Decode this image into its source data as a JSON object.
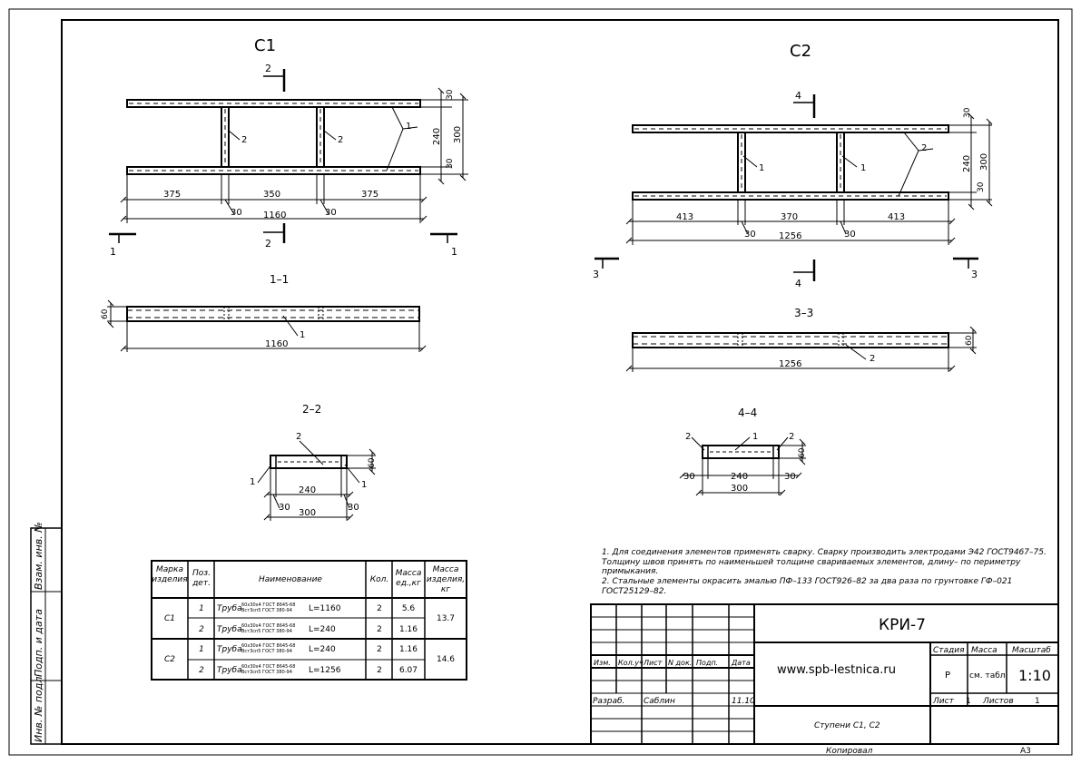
{
  "views": {
    "c1": {
      "title": "С1",
      "dims": {
        "d375a": "375",
        "d350": "350",
        "d375b": "375",
        "d30a": "30",
        "d30b": "30",
        "d1160": "1160",
        "d30r1": "30",
        "d240": "240",
        "d300": "300",
        "d30r2": "30"
      },
      "cuts": {
        "top": "2",
        "bottom": "2",
        "left": "1",
        "right": "1"
      },
      "leaders": {
        "l1": "1",
        "l2a": "2",
        "l2b": "2"
      }
    },
    "c2": {
      "title": "С2",
      "dims": {
        "d413a": "413",
        "d370": "370",
        "d413b": "413",
        "d30a": "30",
        "d30b": "30",
        "d1256": "1256",
        "d30r1": "30",
        "d240": "240",
        "d300": "300",
        "d30r2": "30"
      },
      "cuts": {
        "top": "4",
        "bottom": "4",
        "left": "3",
        "right": "3"
      },
      "leaders": {
        "l2": "2",
        "l1a": "1",
        "l1b": "1"
      }
    },
    "sec11": {
      "title": "1–1",
      "d60": "60",
      "d1160": "1160",
      "leader": "1"
    },
    "sec33": {
      "title": "3–3",
      "d60": "60",
      "d1256": "1256",
      "leader": "2"
    },
    "sec22": {
      "title": "2–2",
      "d60": "60",
      "d240": "240",
      "d300": "300",
      "d30a": "30",
      "d30b": "30",
      "leader2": "2",
      "leader1a": "1",
      "leader1b": "1"
    },
    "sec44": {
      "title": "4–4",
      "d60": "60",
      "d240": "240",
      "d300": "300",
      "d30a": "30",
      "d30b": "30",
      "leader1": "1",
      "leader2a": "2",
      "leader2b": "2"
    }
  },
  "spec_table": {
    "headers": [
      "Марка изделия",
      "Поз. дет.",
      "Наименование",
      "Кол.",
      "Масса ед.,кг",
      "Масса изделия, кг"
    ],
    "rows": [
      {
        "mark": "С1",
        "pos": "1",
        "name": "Труба",
        "gost_top": "60х30х4 ГОСТ 8645-68",
        "gost_bottom": "Вст3сп5 ГОСТ 380-94",
        "length": "L=1160",
        "qty": "2",
        "mass": "5.6",
        "total": "13.7"
      },
      {
        "mark": "",
        "pos": "2",
        "name": "Труба",
        "gost_top": "60х30х4 ГОСТ 8645-68",
        "gost_bottom": "Вст3сп5 ГОСТ 380-94",
        "length": "L=240",
        "qty": "2",
        "mass": "1.16",
        "total": ""
      },
      {
        "mark": "С2",
        "pos": "1",
        "name": "Труба",
        "gost_top": "60х30х4 ГОСТ 8645-68",
        "gost_bottom": "Вст3сп5 ГОСТ 380-94",
        "length": "L=240",
        "qty": "2",
        "mass": "1.16",
        "total": "14.6"
      },
      {
        "mark": "",
        "pos": "2",
        "name": "Труба",
        "gost_top": "60х30х4 ГОСТ 8645-68",
        "gost_bottom": "Вст3сп5 ГОСТ 380-94",
        "length": "L=1256",
        "qty": "2",
        "mass": "6.07",
        "total": ""
      }
    ]
  },
  "notes": [
    "1. Для соединения элементов применять сварку. Сварку производить электродами Э42 ГОСТ9467–75.",
    "Толщину швов принять по наименьшей толщине свариваемых элементов, длину– по периметру",
    "примыкания.",
    "2. Стальные элементы окрасить эмалью ПФ–133 ГОСТ926–82 за два раза по грунтовке ГФ–021",
    "ГОСТ25129–82."
  ],
  "title_block": {
    "code": "КРИ-7",
    "website": "www.spb-lestnica.ru",
    "col_headers": [
      "Изм.",
      "Кол.уч",
      "Лист",
      "N док.",
      "Подп.",
      "Дата"
    ],
    "developed_label": "Разраб.",
    "developer": "Саблин",
    "date": "11.10",
    "stage_label": "Стадия",
    "mass_label": "Масса",
    "scale_label": "Масштаб",
    "stage": "Р",
    "mass": "см. табл",
    "scale": "1:10",
    "sheet_label": "Лист",
    "sheet": "1",
    "sheets_label": "Листов",
    "sheets": "1",
    "title": "Ступени С1, С2",
    "copied_label": "Копировал",
    "format": "А3"
  },
  "side_stamps": [
    "Взам. инв. №",
    "Подп. и дата",
    "Инв. № подл"
  ]
}
